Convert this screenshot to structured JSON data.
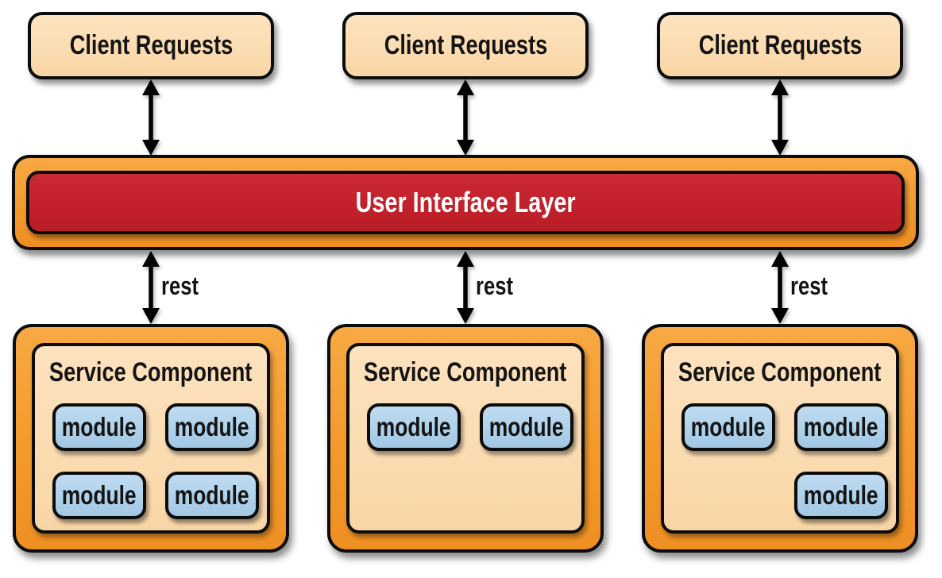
{
  "colors": {
    "orange": "#F49B2E",
    "tan": "#FBDCB2",
    "tan-light": "#FDE4C0",
    "red": "#C2212B",
    "blue": "#AFD2EB",
    "border": "#0C0C0C"
  },
  "clients": [
    {
      "label": "Client Requests"
    },
    {
      "label": "Client Requests"
    },
    {
      "label": "Client Requests"
    }
  ],
  "ui_layer": {
    "label": "User Interface Layer"
  },
  "connections": [
    {
      "protocol": "rest"
    },
    {
      "protocol": "rest"
    },
    {
      "protocol": "rest"
    }
  ],
  "services": [
    {
      "title": "Service Component",
      "modules": [
        "module",
        "module",
        "module",
        "module"
      ]
    },
    {
      "title": "Service Component",
      "modules": [
        "module",
        "module"
      ]
    },
    {
      "title": "Service Component",
      "modules": [
        "module",
        "module",
        "module"
      ]
    }
  ]
}
